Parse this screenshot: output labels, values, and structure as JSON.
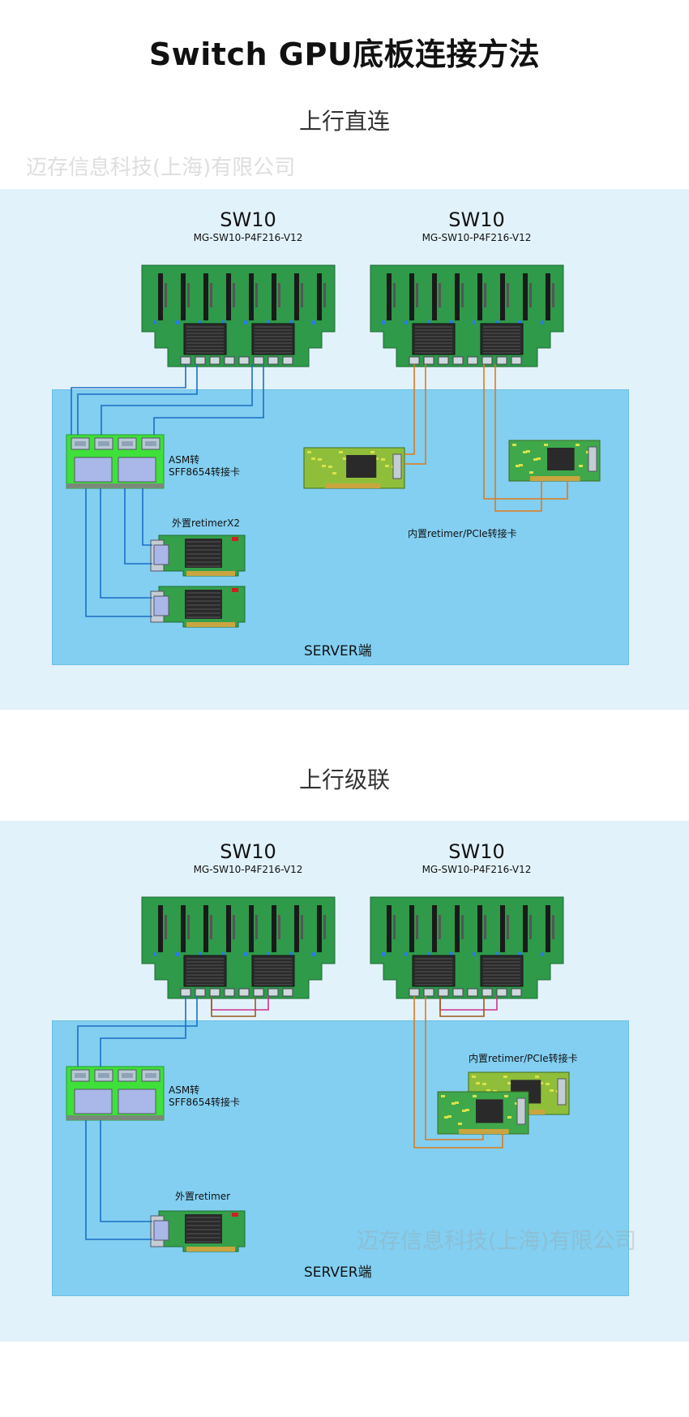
{
  "page": {
    "title": "Switch GPU底板连接方法",
    "watermark": "迈存信息科技(上海)有限公司"
  },
  "section1": {
    "heading": "上行直连",
    "switches": [
      {
        "name": "SW10",
        "model": "MG-SW10-P4F216-V12"
      },
      {
        "name": "SW10",
        "model": "MG-SW10-P4F216-V12"
      }
    ],
    "asm_label": "ASM转\nSFF8654转接卡",
    "retimer_ext_label": "外置retimerX2",
    "retimer_int_label": "内置retimer/PCIe转接卡",
    "server_label": "SERVER端"
  },
  "section2": {
    "heading": "上行级联",
    "switches": [
      {
        "name": "SW10",
        "model": "MG-SW10-P4F216-V12"
      },
      {
        "name": "SW10",
        "model": "MG-SW10-P4F216-V12"
      }
    ],
    "asm_label": "ASM转\nSFF8654转接卡",
    "retimer_ext_label": "外置retimer",
    "retimer_int_label": "内置retimer/PCIe转接卡",
    "server_label": "SERVER端"
  },
  "colors": {
    "band_bg": "#e2f2fa",
    "server_bg": "#82cff1",
    "pcb_green": "#2e9a4a",
    "asm_green": "#3fe03a",
    "cable_blue": "#1a6fc4",
    "cable_orange": "#e07a1a",
    "cable_magenta": "#d0308f",
    "cable_brown": "#9a5a1a"
  }
}
